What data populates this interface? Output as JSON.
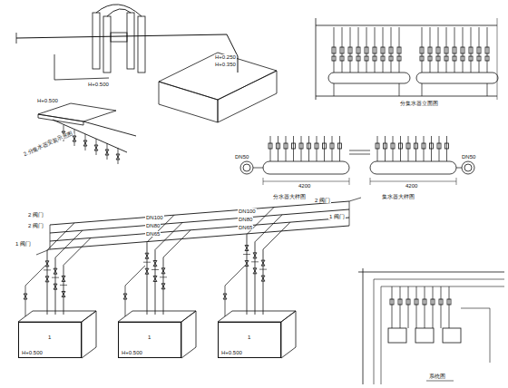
{
  "diagram": {
    "nodes": [
      {
        "text": [
          "1",
          "H+0.500"
        ]
      },
      {
        "text": [
          "1",
          "H+0.500"
        ]
      },
      {
        "text": [
          "1",
          "H+0.500"
        ]
      }
    ],
    "labels": [
      "2.分集水器安装示意图",
      "H+0.500",
      "H+0.250",
      "H+0.350",
      "H+0.500",
      "分水器大样图",
      "集水器大样图",
      "分集水器立面图",
      "4200",
      "4200",
      "DN50",
      "DN50",
      "2 阀门",
      "2 阀门",
      "1 阀门",
      "2 阀门",
      "1 阀门",
      "DN100",
      "DN80",
      "DN65",
      "DN100",
      "DN80",
      "DN65",
      "系统图"
    ]
  }
}
